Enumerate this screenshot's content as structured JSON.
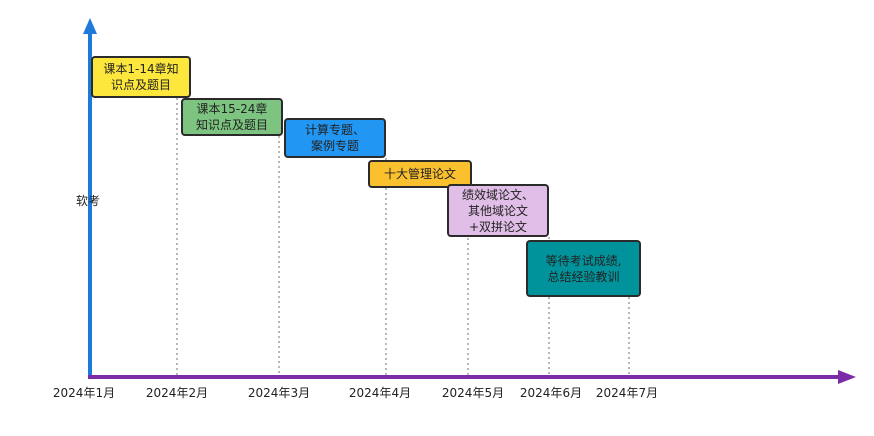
{
  "axis": {
    "y_label": "软考",
    "x_labels": [
      "2024年1月",
      "2024年2月",
      "2024年3月",
      "2024年4月",
      "2024年5月",
      "2024年6月",
      "2024年7月"
    ],
    "y_color": "#1e7ad9",
    "x_color": "#7b2aa8"
  },
  "tasks": [
    {
      "text": "课本1-14章知\n识点及题目",
      "color": "#fde73c"
    },
    {
      "text": "课本15-24章\n知识点及题目",
      "color": "#7cc47f"
    },
    {
      "text": "计算专题、\n案例专题",
      "color": "#2196f3"
    },
    {
      "text": "十大管理论文",
      "color": "#fbc02d"
    },
    {
      "text": "绩效域论文、\n其他域论文\n+双拼论文",
      "color": "#e1bee7"
    },
    {
      "text": "等待考试成绩,\n总结经验教训",
      "color": "#00939b"
    }
  ]
}
